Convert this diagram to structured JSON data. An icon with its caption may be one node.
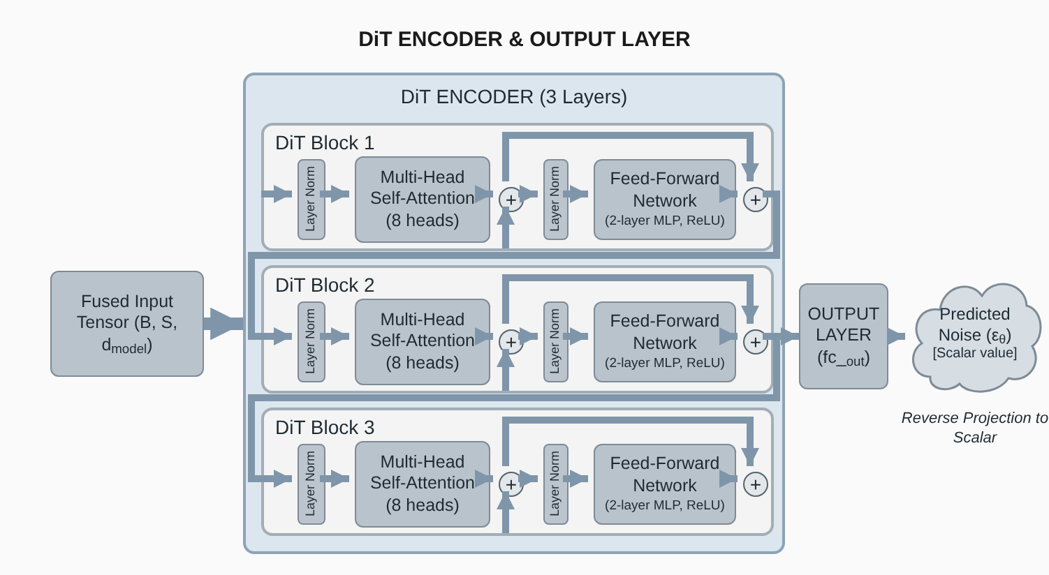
{
  "diagram": {
    "title": "DiT ENCODER & OUTPUT LAYER",
    "nodes": [
      {
        "text": [
          "Fused Input Tensor (B, S, d$_{model}$)"
        ]
      },
      {
        "text": [
          "DiT ENCODER (3 Layers)"
        ]
      },
      {
        "text": [
          "DiT Block 1"
        ],
        "in": 1
      },
      {
        "text": [
          "Layer Norm"
        ],
        "in": 2
      },
      {
        "text": [
          "Multi-Head Self-Attention (8 heads)"
        ],
        "in": 2
      },
      {
        "text": [
          "+"
        ],
        "in": 2
      },
      {
        "text": [
          "Layer Norm"
        ],
        "in": 2
      },
      {
        "text": [
          "Feed-Forward Network",
          "(2-layer MLP, ReLU)"
        ],
        "in": 2
      },
      {
        "text": [
          "+"
        ],
        "in": 2
      },
      {
        "text": [
          "DiT Block 2"
        ],
        "in": 1
      },
      {
        "text": [
          "Layer Norm"
        ],
        "in": 9
      },
      {
        "text": [
          "Multi-Head Self-Attention (8 heads)"
        ],
        "in": 9
      },
      {
        "text": [
          "+"
        ],
        "in": 9
      },
      {
        "text": [
          "Layer Norm"
        ],
        "in": 9
      },
      {
        "text": [
          "Feed-Forward Network",
          "(2-layer MLP, ReLU)"
        ],
        "in": 9
      },
      {
        "text": [
          "+"
        ],
        "in": 9
      },
      {
        "text": [
          "DiT Block 3"
        ],
        "in": 1
      },
      {
        "text": [
          "Layer Norm"
        ],
        "in": 16
      },
      {
        "text": [
          "Multi-Head Self-Attention (8 heads)"
        ],
        "in": 16
      },
      {
        "text": [
          "+"
        ],
        "in": 16
      },
      {
        "text": [
          "Layer Norm"
        ],
        "in": 16
      },
      {
        "text": [
          "Feed-Forward Network",
          "(2-layer MLP, ReLU)"
        ],
        "in": 16
      },
      {
        "text": [
          "+"
        ],
        "in": 16
      },
      {
        "text": [
          "OUTPUT LAYER (fc_$_{out}$)"
        ]
      },
      {
        "text": [
          "Predicted Noise (ε$_{θ}$)",
          "[Scalar value]"
        ],
        "beside": [
          "Reverse Projection to Scalar"
        ]
      }
    ],
    "edges": [
      {
        "from": null,
        "to": 3,
        "arrow": "to"
      },
      {
        "from": 3,
        "to": 4,
        "arrow": "to"
      },
      {
        "from": 4,
        "to": 5,
        "arrow": "to"
      },
      {
        "from": null,
        "to": 5,
        "arrow": "to"
      },
      {
        "from": 5,
        "to": 6,
        "arrow": "to"
      },
      {
        "from": 6,
        "to": 7,
        "arrow": "to"
      },
      {
        "from": 7,
        "to": 8,
        "arrow": "to"
      },
      {
        "from": 5,
        "to": 8,
        "arrow": "to"
      },
      {
        "from": 8,
        "to": 10,
        "arrow": "to"
      },
      {
        "from": 10,
        "to": 11,
        "arrow": "to"
      },
      {
        "from": 11,
        "to": 12,
        "arrow": "to"
      },
      {
        "from": null,
        "to": 12,
        "arrow": "to"
      },
      {
        "from": 12,
        "to": 13,
        "arrow": "to"
      },
      {
        "from": 13,
        "to": 14,
        "arrow": "to"
      },
      {
        "from": 14,
        "to": 15,
        "arrow": "to"
      },
      {
        "from": 12,
        "to": 15,
        "arrow": "to"
      },
      {
        "from": 15,
        "to": 23,
        "arrow": "to"
      },
      {
        "from": 15,
        "to": 17,
        "arrow": "to"
      },
      {
        "from": 17,
        "to": 18,
        "arrow": "to"
      },
      {
        "from": 18,
        "to": 19,
        "arrow": "to"
      },
      {
        "from": null,
        "to": 19,
        "arrow": "to"
      },
      {
        "from": 19,
        "to": 20,
        "arrow": "to"
      },
      {
        "from": 20,
        "to": 21,
        "arrow": "to"
      },
      {
        "from": 21,
        "to": 22,
        "arrow": "to"
      },
      {
        "from": 19,
        "to": 22,
        "arrow": "to"
      },
      {
        "from": 0,
        "to": 1,
        "arrow": "to",
        "style": "thick"
      },
      {
        "from": 23,
        "to": 24,
        "arrow": "to"
      }
    ]
  }
}
